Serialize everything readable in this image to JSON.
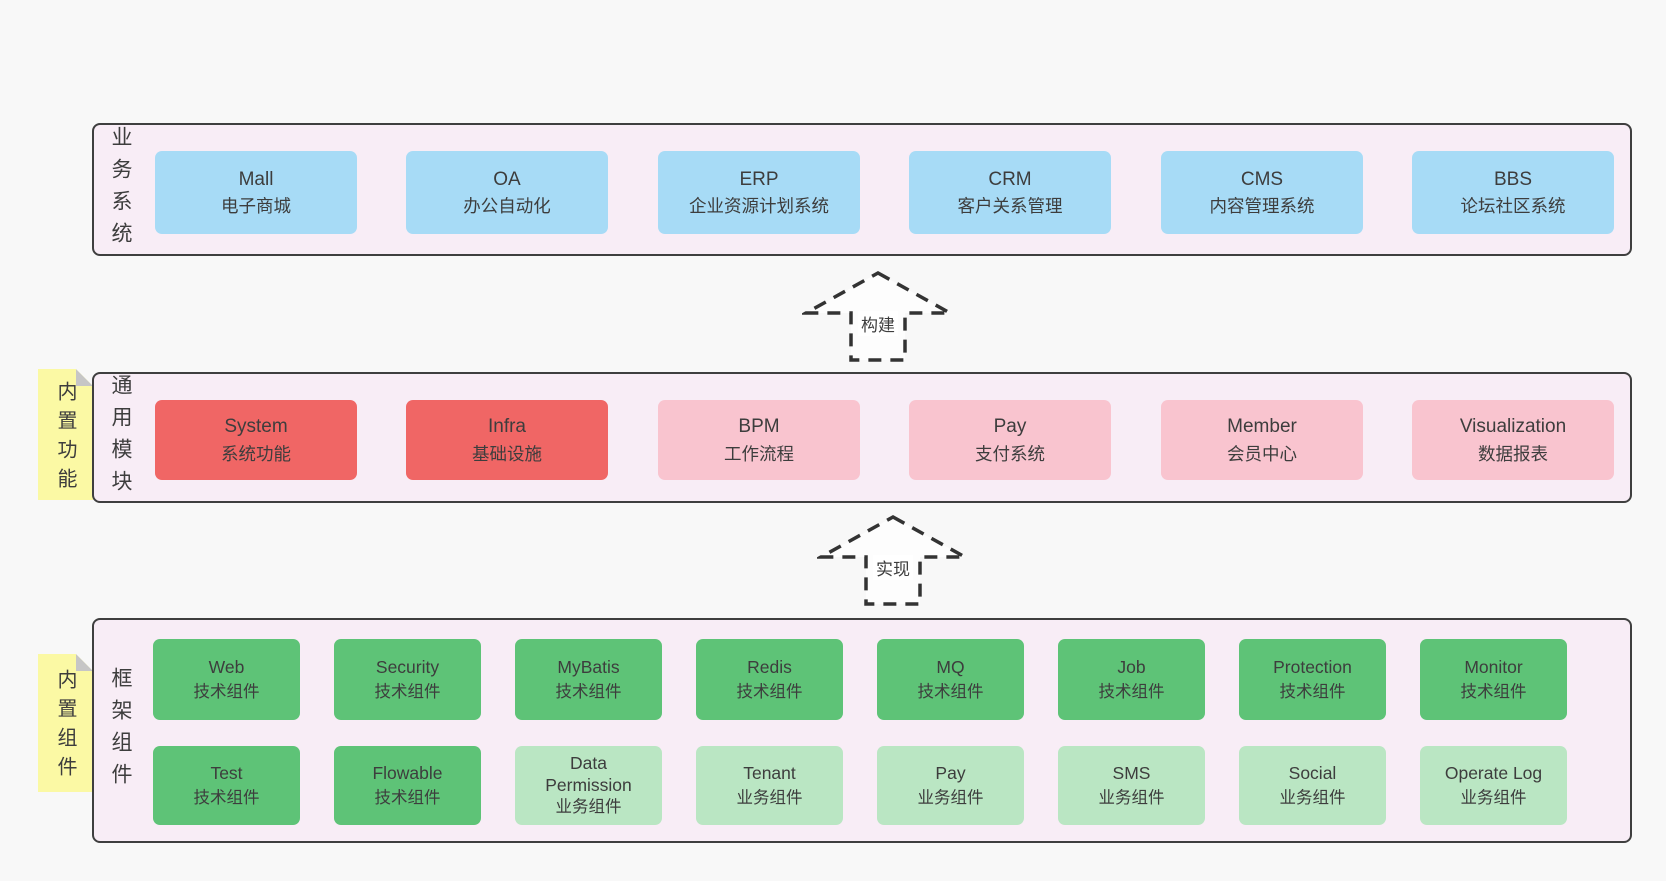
{
  "colors": {
    "page-bg": "#f8f8f8",
    "panel-bg": "#f8edf6",
    "panel-border": "#3f3f3f",
    "box-blue": "#a7dbf6",
    "box-red": "#f06665",
    "box-pink": "#f9c4cf",
    "box-green": "#5ec377",
    "box-green-light": "#bae6c3",
    "sticky-yellow": "#fbf9a4",
    "sticky-fold": "#c6c6c6",
    "text": "#3d3d3d",
    "arrow": "#333333",
    "arrow-fill": "#fdfdfd"
  },
  "layers": {
    "business": {
      "label": "业务系统",
      "boxes": [
        {
          "en": "Mall",
          "zh": "电子商城"
        },
        {
          "en": "OA",
          "zh": "办公自动化"
        },
        {
          "en": "ERP",
          "zh": "企业资源计划系统"
        },
        {
          "en": "CRM",
          "zh": "客户关系管理"
        },
        {
          "en": "CMS",
          "zh": "内容管理系统"
        },
        {
          "en": "BBS",
          "zh": "论坛社区系统"
        }
      ]
    },
    "modules": {
      "label": "通用模块",
      "sticky": "内置功能",
      "boxes": [
        {
          "en": "System",
          "zh": "系统功能"
        },
        {
          "en": "Infra",
          "zh": "基础设施"
        },
        {
          "en": "BPM",
          "zh": "工作流程"
        },
        {
          "en": "Pay",
          "zh": "支付系统"
        },
        {
          "en": "Member",
          "zh": "会员中心"
        },
        {
          "en": "Visualization",
          "zh": "数据报表"
        }
      ]
    },
    "components": {
      "label": "框架组件",
      "sticky": "内置组件",
      "row1": [
        {
          "en": "Web",
          "zh": "技术组件"
        },
        {
          "en": "Security",
          "zh": "技术组件"
        },
        {
          "en": "MyBatis",
          "zh": "技术组件"
        },
        {
          "en": "Redis",
          "zh": "技术组件"
        },
        {
          "en": "MQ",
          "zh": "技术组件"
        },
        {
          "en": "Job",
          "zh": "技术组件"
        },
        {
          "en": "Protection",
          "zh": "技术组件"
        },
        {
          "en": "Monitor",
          "zh": "技术组件"
        }
      ],
      "row2": [
        {
          "en": "Test",
          "zh": "技术组件"
        },
        {
          "en": "Flowable",
          "zh": "技术组件"
        },
        {
          "en": "Data Permission",
          "zh": "业务组件"
        },
        {
          "en": "Tenant",
          "zh": "业务组件"
        },
        {
          "en": "Pay",
          "zh": "业务组件"
        },
        {
          "en": "SMS",
          "zh": "业务组件"
        },
        {
          "en": "Social",
          "zh": "业务组件"
        },
        {
          "en": "Operate Log",
          "zh": "业务组件"
        }
      ]
    }
  },
  "arrows": [
    {
      "label": "构建"
    },
    {
      "label": "实现"
    }
  ]
}
